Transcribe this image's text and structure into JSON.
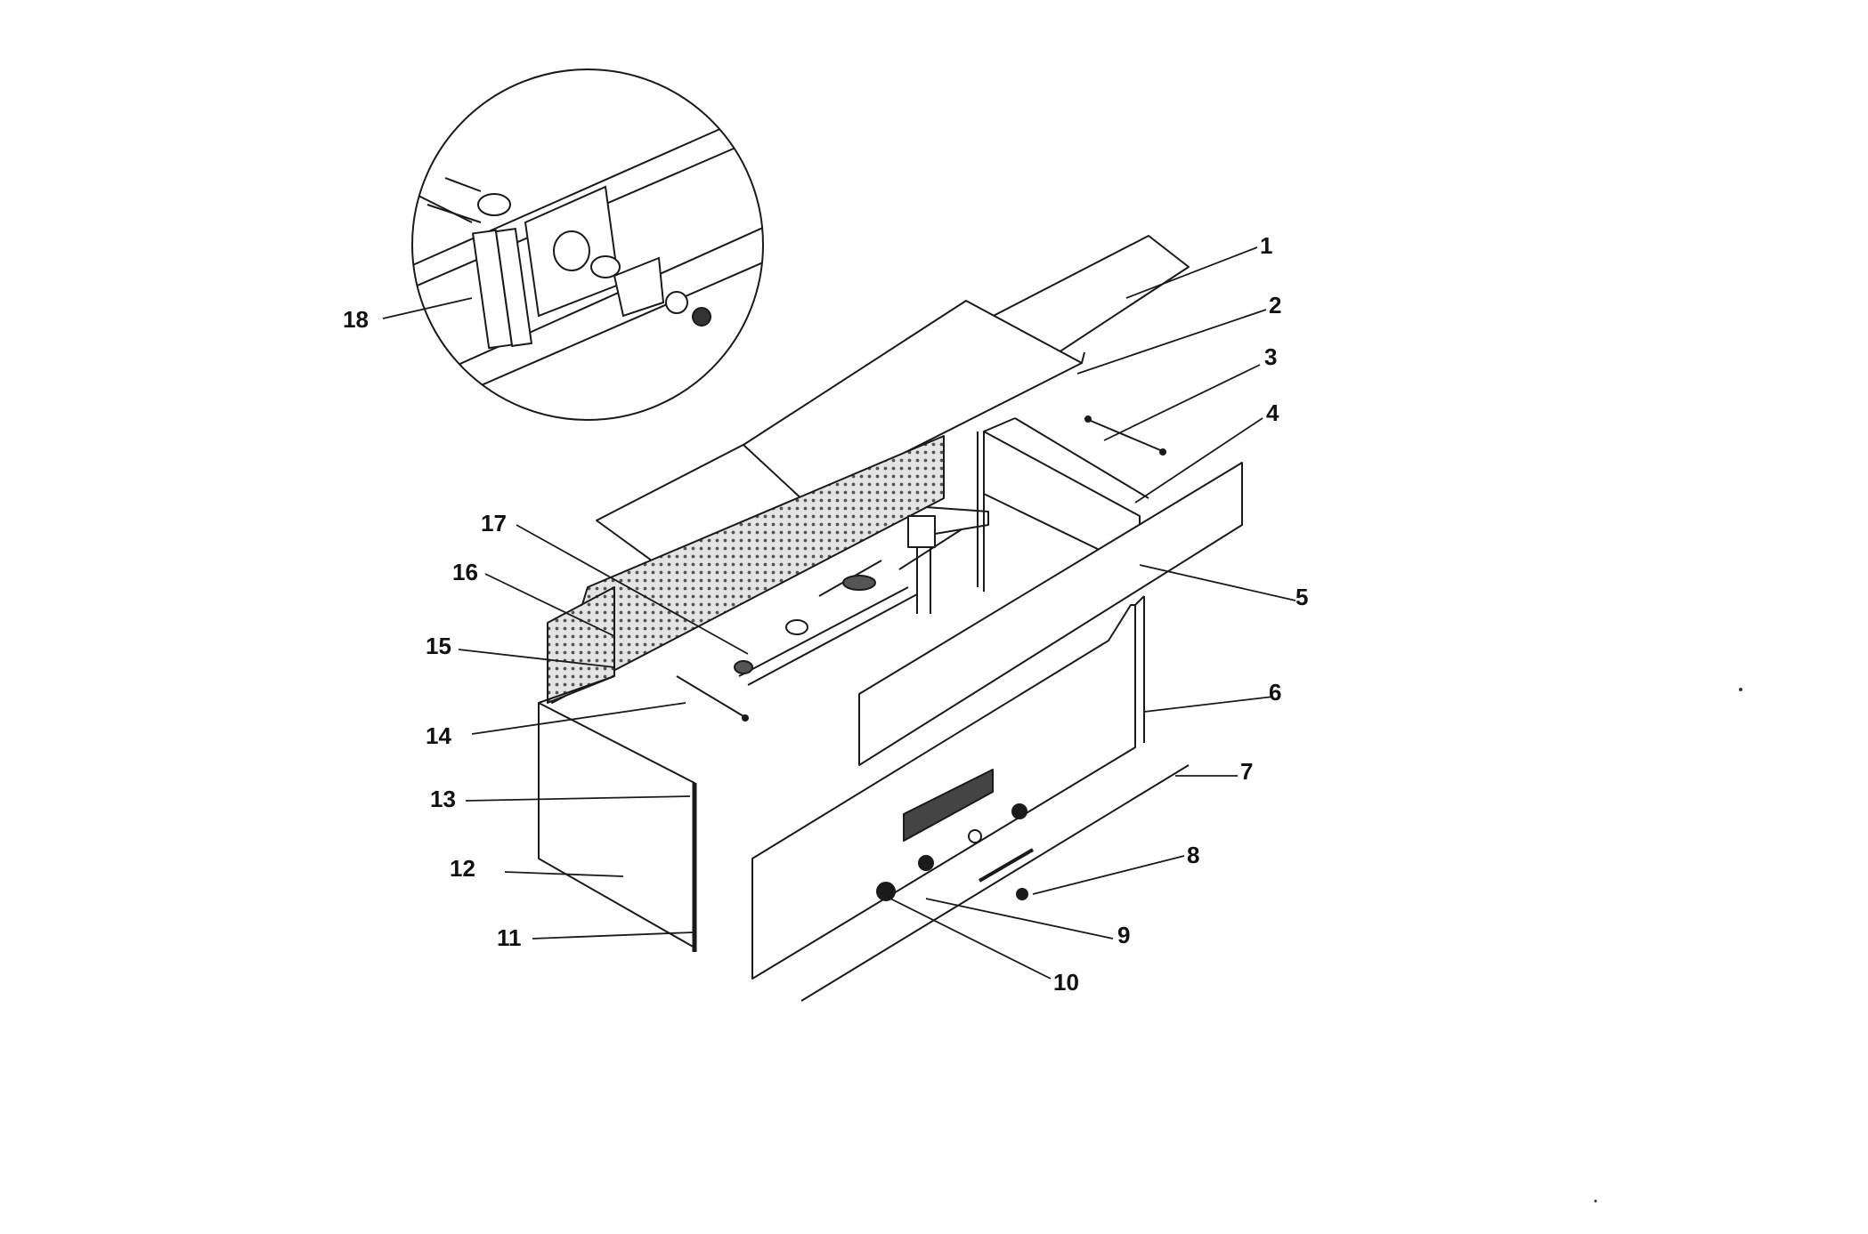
{
  "diagram": {
    "labels": [
      "1",
      "2",
      "3",
      "4",
      "5",
      "6",
      "7",
      "8",
      "9",
      "10",
      "11",
      "12",
      "13",
      "14",
      "15",
      "16",
      "17",
      "18"
    ]
  },
  "colors": {
    "ink": "#1a1a1a",
    "panel": "#ffffff",
    "perforated": "#d9d9d9"
  }
}
